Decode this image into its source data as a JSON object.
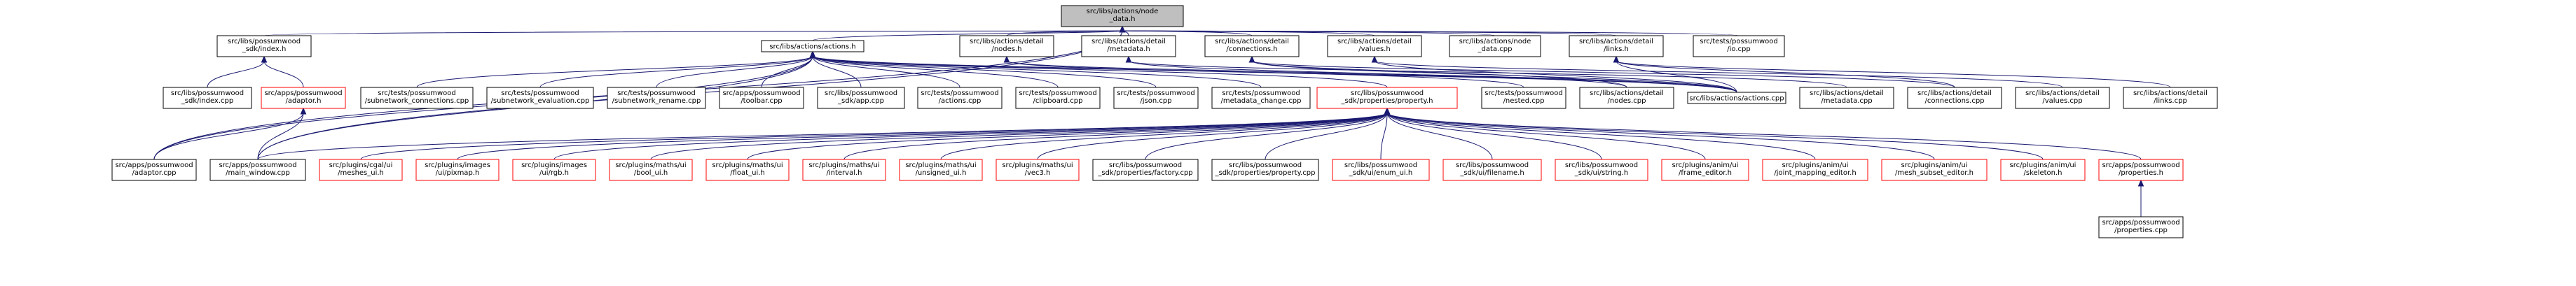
{
  "nodes": [
    {
      "id": "node_data_h",
      "lines": [
        "src/libs/actions/node",
        "_data.h"
      ],
      "root": true
    },
    {
      "id": "sdk_index_h",
      "lines": [
        "src/libs/possumwood",
        "_sdk/index.h"
      ]
    },
    {
      "id": "actions_h",
      "lines": [
        "src/libs/actions/actions.h"
      ]
    },
    {
      "id": "detail_nodes_h",
      "lines": [
        "src/libs/actions/detail",
        "/nodes.h"
      ]
    },
    {
      "id": "detail_metadata_h",
      "lines": [
        "src/libs/actions/detail",
        "/metadata.h"
      ]
    },
    {
      "id": "detail_connections_h",
      "lines": [
        "src/libs/actions/detail",
        "/connections.h"
      ]
    },
    {
      "id": "detail_values_h",
      "lines": [
        "src/libs/actions/detail",
        "/values.h"
      ]
    },
    {
      "id": "node_data_cpp",
      "lines": [
        "src/libs/actions/node",
        "_data.cpp"
      ]
    },
    {
      "id": "detail_links_h",
      "lines": [
        "src/libs/actions/detail",
        "/links.h"
      ]
    },
    {
      "id": "tests_io_cpp",
      "lines": [
        "src/tests/possumwood",
        "/io.cpp"
      ]
    },
    {
      "id": "sdk_index_cpp",
      "lines": [
        "src/libs/possumwood",
        "_sdk/index.cpp"
      ]
    },
    {
      "id": "adaptor_h",
      "lines": [
        "src/apps/possumwood",
        "/adaptor.h"
      ],
      "red": true
    },
    {
      "id": "subnetwork_connections_cpp",
      "lines": [
        "src/tests/possumwood",
        "/subnetwork_connections.cpp"
      ]
    },
    {
      "id": "subnetwork_evaluation_cpp",
      "lines": [
        "src/tests/possumwood",
        "/subnetwork_evaluation.cpp"
      ]
    },
    {
      "id": "subnetwork_rename_cpp",
      "lines": [
        "src/tests/possumwood",
        "/subnetwork_rename.cpp"
      ]
    },
    {
      "id": "toolbar_cpp",
      "lines": [
        "src/apps/possumwood",
        "/toolbar.cpp"
      ]
    },
    {
      "id": "sdk_app_cpp",
      "lines": [
        "src/libs/possumwood",
        "_sdk/app.cpp"
      ]
    },
    {
      "id": "tests_actions_cpp",
      "lines": [
        "src/tests/possumwood",
        "/actions.cpp"
      ]
    },
    {
      "id": "clipboard_cpp",
      "lines": [
        "src/tests/possumwood",
        "/clipboard.cpp"
      ]
    },
    {
      "id": "json_cpp",
      "lines": [
        "src/tests/possumwood",
        "/json.cpp"
      ]
    },
    {
      "id": "metadata_change_cpp",
      "lines": [
        "src/tests/possumwood",
        "/metadata_change.cpp"
      ]
    },
    {
      "id": "property_h",
      "lines": [
        "src/libs/possumwood",
        "_sdk/properties/property.h"
      ],
      "red": true
    },
    {
      "id": "nested_cpp",
      "lines": [
        "src/tests/possumwood",
        "/nested.cpp"
      ]
    },
    {
      "id": "detail_nodes_cpp",
      "lines": [
        "src/libs/actions/detail",
        "/nodes.cpp"
      ]
    },
    {
      "id": "actions_cpp",
      "lines": [
        "src/libs/actions/actions.cpp"
      ]
    },
    {
      "id": "detail_metadata_cpp",
      "lines": [
        "src/libs/actions/detail",
        "/metadata.cpp"
      ]
    },
    {
      "id": "detail_connections_cpp",
      "lines": [
        "src/libs/actions/detail",
        "/connections.cpp"
      ]
    },
    {
      "id": "detail_values_cpp",
      "lines": [
        "src/libs/actions/detail",
        "/values.cpp"
      ]
    },
    {
      "id": "detail_links_cpp",
      "lines": [
        "src/libs/actions/detail",
        "/links.cpp"
      ]
    },
    {
      "id": "adaptor_cpp",
      "lines": [
        "src/apps/possumwood",
        "/adaptor.cpp"
      ]
    },
    {
      "id": "main_window_cpp",
      "lines": [
        "src/apps/possumwood",
        "/main_window.cpp"
      ]
    },
    {
      "id": "meshes_ui_h",
      "lines": [
        "src/plugins/cgal/ui",
        "/meshes_ui.h"
      ],
      "red": true
    },
    {
      "id": "pixmap_h",
      "lines": [
        "src/plugins/images",
        "/ui/pixmap.h"
      ],
      "red": true
    },
    {
      "id": "rgb_h",
      "lines": [
        "src/plugins/images",
        "/ui/rgb.h"
      ],
      "red": true
    },
    {
      "id": "bool_ui_h",
      "lines": [
        "src/plugins/maths/ui",
        "/bool_ui.h"
      ],
      "red": true
    },
    {
      "id": "float_ui_h",
      "lines": [
        "src/plugins/maths/ui",
        "/float_ui.h"
      ],
      "red": true
    },
    {
      "id": "interval_h",
      "lines": [
        "src/plugins/maths/ui",
        "/interval.h"
      ],
      "red": true
    },
    {
      "id": "unsigned_ui_h",
      "lines": [
        "src/plugins/maths/ui",
        "/unsigned_ui.h"
      ],
      "red": true
    },
    {
      "id": "vec3_h",
      "lines": [
        "src/plugins/maths/ui",
        "/vec3.h"
      ],
      "red": true
    },
    {
      "id": "factory_cpp",
      "lines": [
        "src/libs/possumwood",
        "_sdk/properties/factory.cpp"
      ]
    },
    {
      "id": "property_cpp",
      "lines": [
        "src/libs/possumwood",
        "_sdk/properties/property.cpp"
      ]
    },
    {
      "id": "enum_ui_h",
      "lines": [
        "src/libs/possumwood",
        "_sdk/ui/enum_ui.h"
      ],
      "red": true
    },
    {
      "id": "filename_h",
      "lines": [
        "src/libs/possumwood",
        "_sdk/ui/filename.h"
      ],
      "red": true
    },
    {
      "id": "string_h",
      "lines": [
        "src/libs/possumwood",
        "_sdk/ui/string.h"
      ],
      "red": true
    },
    {
      "id": "frame_editor_h",
      "lines": [
        "src/plugins/anim/ui",
        "/frame_editor.h"
      ],
      "red": true
    },
    {
      "id": "joint_mapping_editor_h",
      "lines": [
        "src/plugins/anim/ui",
        "/joint_mapping_editor.h"
      ],
      "red": true
    },
    {
      "id": "mesh_subset_editor_h",
      "lines": [
        "src/plugins/anim/ui",
        "/mesh_subset_editor.h"
      ],
      "red": true
    },
    {
      "id": "skeleton_h",
      "lines": [
        "src/plugins/anim/ui",
        "/skeleton.h"
      ],
      "red": true
    },
    {
      "id": "properties_h",
      "lines": [
        "src/apps/possumwood",
        "/properties.h"
      ],
      "red": true
    },
    {
      "id": "properties_cpp",
      "lines": [
        "src/apps/possumwood",
        "/properties.cpp"
      ]
    }
  ]
}
